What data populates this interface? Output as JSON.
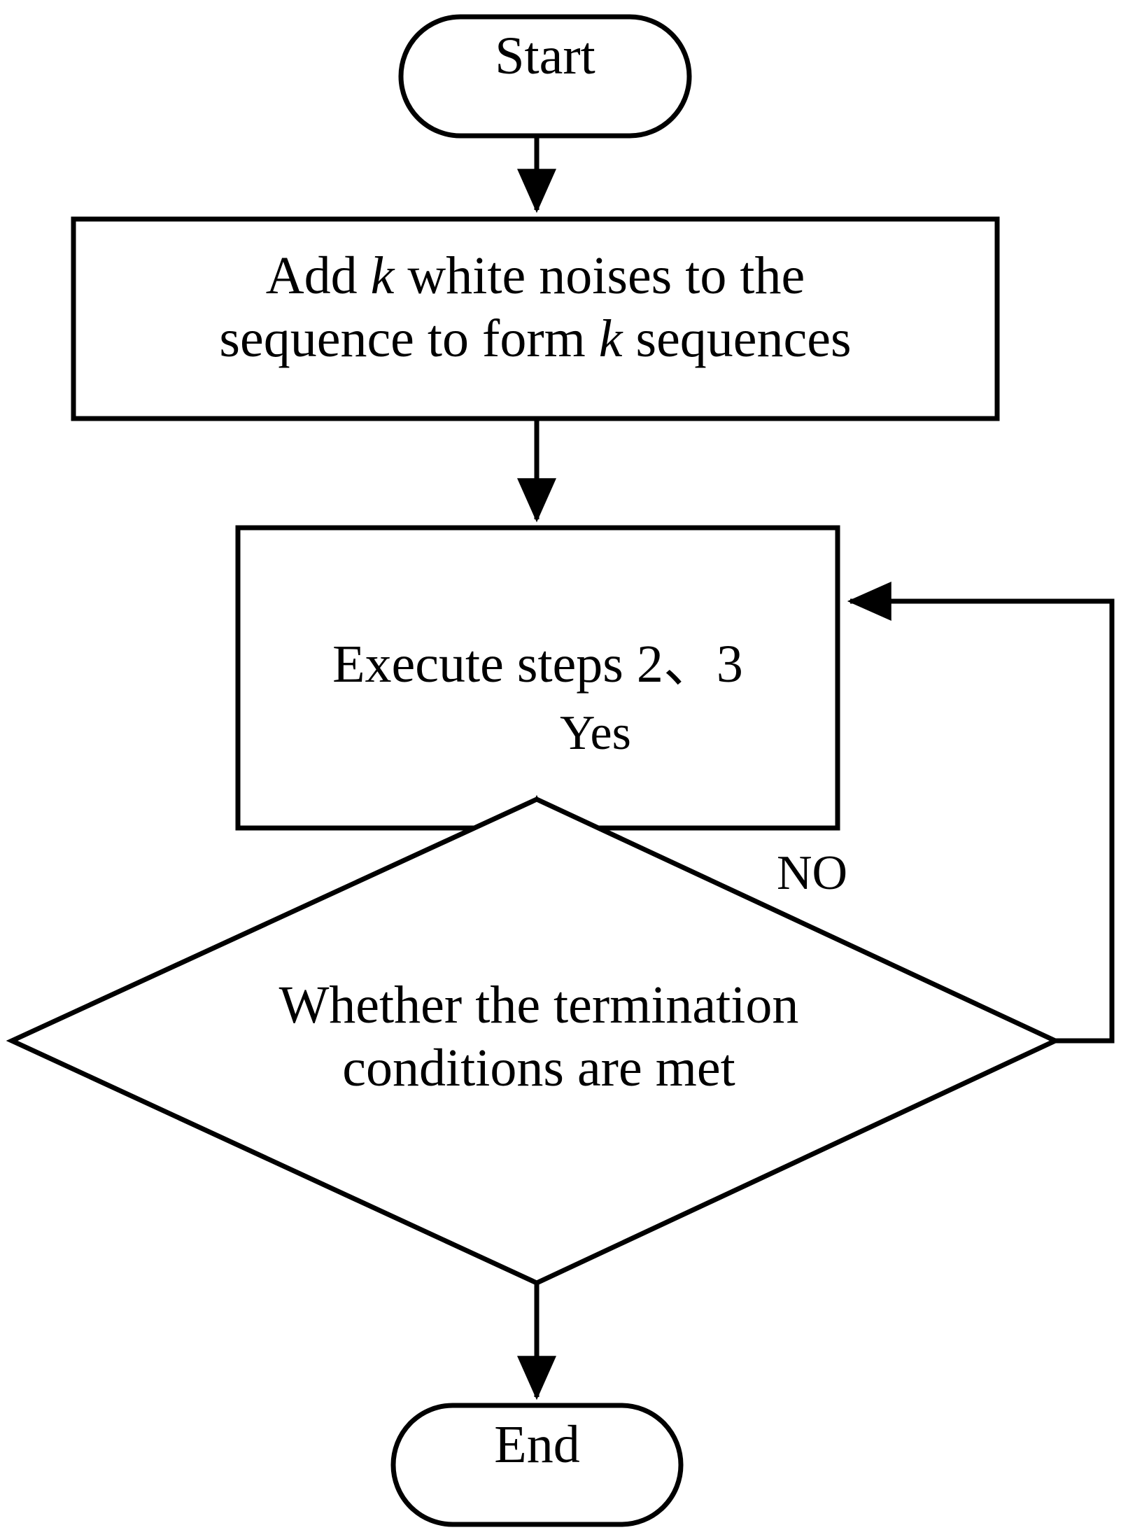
{
  "diagram": {
    "type": "flowchart",
    "title": "EEMD / noise-assisted decomposition flowchart",
    "background_color": "#ffffff",
    "stroke_color": "#000000",
    "nodes": [
      {
        "id": "start",
        "shape": "terminator",
        "label": "Start"
      },
      {
        "id": "process1",
        "shape": "rectangle",
        "label_line1_part1": "Add ",
        "label_line1_var": "k",
        "label_line1_part2": " white noises to the",
        "label_line2_part1": "sequence to form ",
        "label_line2_var": "k",
        "label_line2_part2": " sequences",
        "label_plain": "Add k white noises to the sequence to form k sequences"
      },
      {
        "id": "process2",
        "shape": "rectangle",
        "label": "Execute steps 2、3"
      },
      {
        "id": "decision",
        "shape": "diamond",
        "label_line1": "Whether the termination",
        "label_line2": "conditions are met",
        "label_plain": "Whether the termination conditions are met"
      },
      {
        "id": "end",
        "shape": "terminator",
        "label": "End"
      }
    ],
    "edges": [
      {
        "id": "e1",
        "from": "start",
        "to": "process1",
        "label": "",
        "arrow": "down"
      },
      {
        "id": "e2",
        "from": "process1",
        "to": "process2",
        "label": "",
        "arrow": "down"
      },
      {
        "id": "e3",
        "from": "process2",
        "to": "decision",
        "label": "Yes",
        "arrow": "down"
      },
      {
        "id": "e4",
        "from": "decision",
        "to": "process2",
        "label": "NO",
        "arrow": "loop-right-up"
      },
      {
        "id": "e5",
        "from": "decision",
        "to": "end",
        "label": "",
        "arrow": "down"
      }
    ]
  }
}
